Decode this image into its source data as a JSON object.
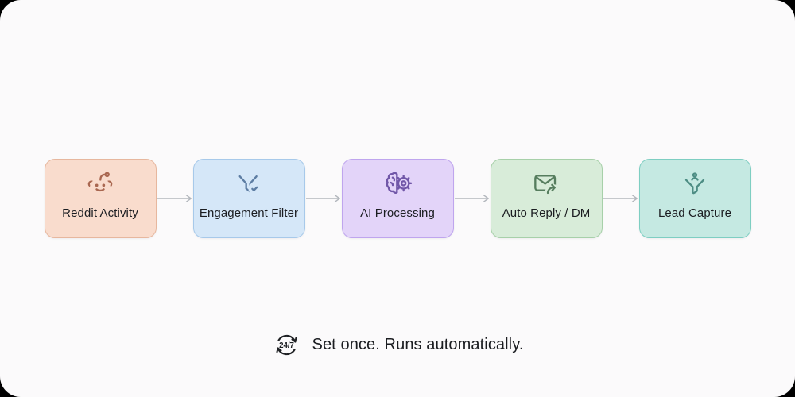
{
  "canvas": {
    "background": "#fbfafb",
    "outer_background": "#000000"
  },
  "flow": {
    "arrow_color": "#b3b7bd",
    "label_color": "#1b1d21",
    "steps": [
      {
        "label": "Reddit Activity",
        "icon": "reddit-icon",
        "fill": "#f9dccd",
        "border": "#e7b79e",
        "icon_color": "#a96750"
      },
      {
        "label": "Engagement Filter",
        "icon": "filter-check-icon",
        "fill": "#d5e7f8",
        "border": "#a7c9ea",
        "icon_color": "#5d7da3"
      },
      {
        "label": "AI Processing",
        "icon": "brain-gear-icon",
        "fill": "#e3d4f9",
        "border": "#bfa5ee",
        "icon_color": "#7157a8"
      },
      {
        "label": "Auto Reply / DM",
        "icon": "mail-forward-icon",
        "fill": "#d8ecd9",
        "border": "#a7d0a9",
        "icon_color": "#567d5e"
      },
      {
        "label": "Lead Capture",
        "icon": "funnel-user-icon",
        "fill": "#c5e9e2",
        "border": "#7ecec2",
        "icon_color": "#4d8d84"
      }
    ]
  },
  "footer": {
    "badge_label": "24/7",
    "text": "Set once. Runs automatically.",
    "color": "#1b1d21"
  }
}
